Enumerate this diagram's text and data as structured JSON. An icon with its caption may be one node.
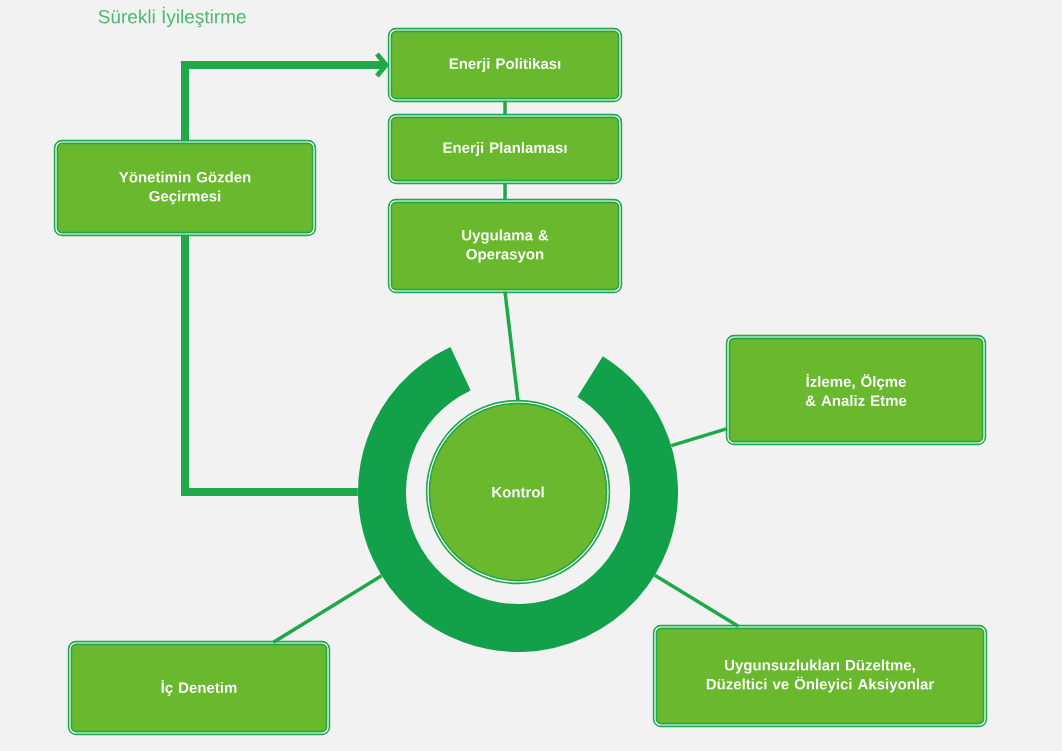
{
  "diagram": {
    "nodes": [
      {
        "text": [
          "Enerji Politikası"
        ]
      },
      {
        "text": [
          "Enerji Planlaması"
        ]
      },
      {
        "text": [
          "Uygulama & Operasyon"
        ]
      },
      {
        "text": [
          "Yönetimin Gözden Geçirmesi"
        ]
      },
      {
        "text": [],
        "shape": "ring"
      },
      {
        "text": [
          "Kontrol"
        ],
        "in": 4
      },
      {
        "text": [
          "İzleme, Ölçme & Analiz Etme"
        ]
      },
      {
        "text": [
          "Uygunsuzlukları Düzeltme, Düzeltici ve Önleyici Aksiyonlar"
        ]
      },
      {
        "text": [
          "İç Denetim"
        ]
      }
    ],
    "edges": [
      {
        "from": 0,
        "to": 1,
        "arrow": "none"
      },
      {
        "from": 1,
        "to": 2,
        "arrow": "none"
      },
      {
        "from": 2,
        "to": 5,
        "arrow": "none"
      },
      {
        "from": 4,
        "to": 3,
        "arrow": "none",
        "style": "thick"
      },
      {
        "from": 3,
        "to": 0,
        "arrow": "to",
        "style": "thick",
        "label": "Sürekli İyileştirme"
      },
      {
        "from": 4,
        "to": 6,
        "arrow": "none"
      },
      {
        "from": 4,
        "to": 7,
        "arrow": "none"
      },
      {
        "from": 4,
        "to": 8,
        "arrow": "none"
      }
    ]
  }
}
